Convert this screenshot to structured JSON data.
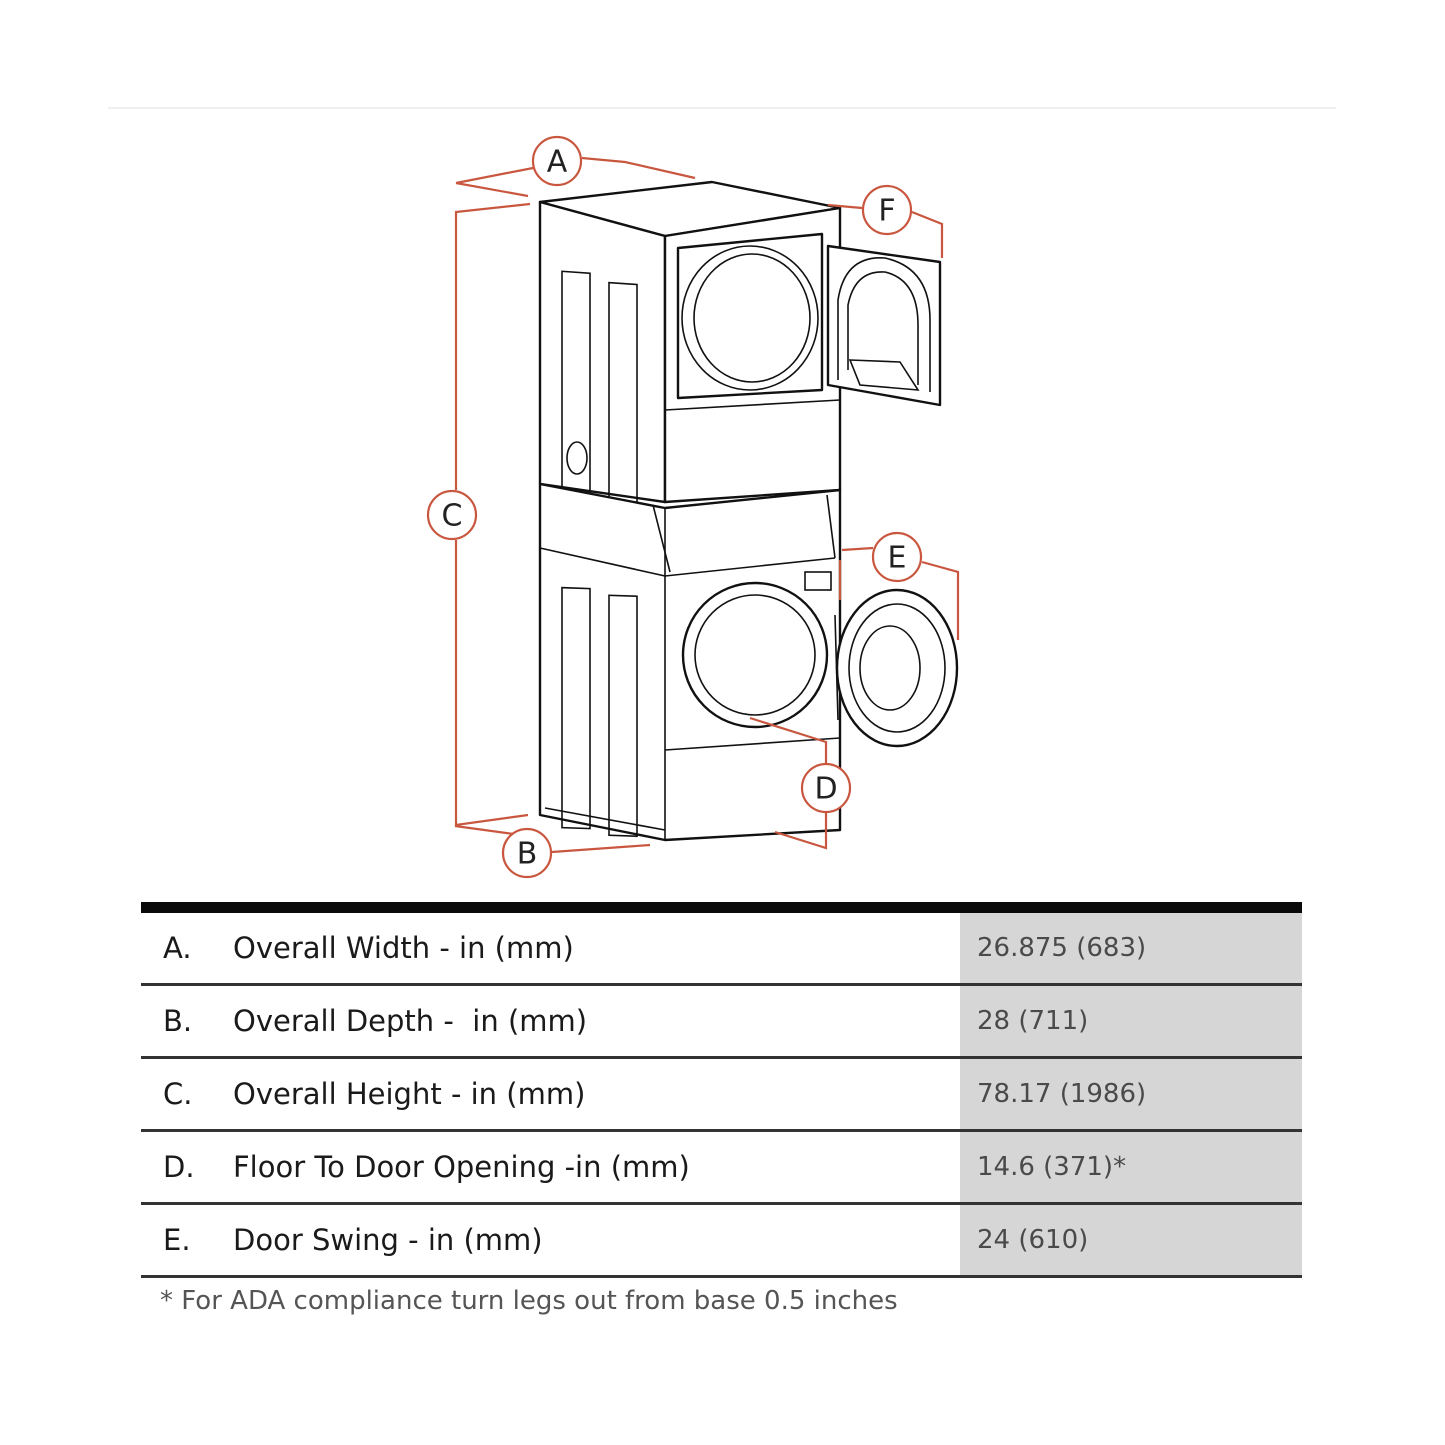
{
  "diagram": {
    "callouts": {
      "a": "A",
      "b": "B",
      "c": "C",
      "d": "D",
      "e": "E",
      "f": "F"
    },
    "dimension_color": "#c9573f"
  },
  "table": {
    "rows": [
      {
        "letter": "A.",
        "label": "Overall Width - in (mm)",
        "value": "26.875 (683)"
      },
      {
        "letter": "B.",
        "label": "Overall Depth -  in (mm)",
        "value": "28 (711)"
      },
      {
        "letter": "C.",
        "label": "Overall Height - in (mm)",
        "value": "78.17 (1986)"
      },
      {
        "letter": "D.",
        "label": "Floor To Door Opening -in (mm)",
        "value": "14.6 (371)*"
      },
      {
        "letter": "E.",
        "label": "Door Swing - in (mm)",
        "value": "24 (610)"
      }
    ]
  },
  "footnote": "* For ADA compliance turn legs out from base 0.5 inches"
}
